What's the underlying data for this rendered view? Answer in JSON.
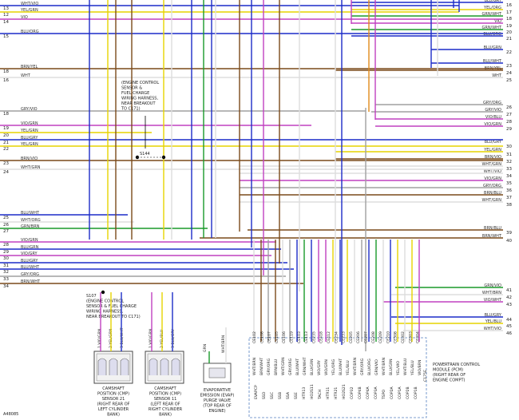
{
  "left_labels": [
    {
      "num": "13",
      "text": "WHT/VIO"
    },
    {
      "num": "12",
      "text": "YEL/GRN"
    },
    {
      "num": "14",
      "text": "VIO"
    },
    {
      "num": "15",
      "text": "BLU/ORG"
    },
    {
      "num": "18",
      "text": "BRN/YEL"
    },
    {
      "num": "16",
      "text": "WHT"
    },
    {
      "num": "18",
      "text": "GRY/VIO"
    },
    {
      "num": "19",
      "text": "VIO/GRN"
    },
    {
      "num": "20",
      "text": "YEL/GRN"
    },
    {
      "num": "21",
      "text": "BLU/GRY"
    },
    {
      "num": "22",
      "text": "YEL/GRN"
    },
    {
      "num": "23",
      "text": "BRN/VIO"
    },
    {
      "num": "24",
      "text": "WHT/GRN"
    },
    {
      "num": "25",
      "text": "BLU/WHT"
    },
    {
      "num": "26",
      "text": "WHT/ORG"
    },
    {
      "num": "27",
      "text": "GRN/BRN"
    },
    {
      "num": "28",
      "text": "VIO/GRN"
    },
    {
      "num": "29",
      "text": "BLU/GRN"
    },
    {
      "num": "30",
      "text": "VIO/GRY"
    },
    {
      "num": "31",
      "text": "BLU/GRY"
    },
    {
      "num": "32",
      "text": "BLU/WHT"
    },
    {
      "num": "33",
      "text": "GRY/ORG"
    },
    {
      "num": "34",
      "text": "BRN/WHT"
    }
  ],
  "right_labels": [
    {
      "num": "16",
      "text": "BLU/GRY"
    },
    {
      "num": "17",
      "text": "YEL/ORG"
    },
    {
      "num": "18",
      "text": "GRN/WHT"
    },
    {
      "num": "19",
      "text": "VIO"
    },
    {
      "num": "20",
      "text": "GRN/WHT"
    },
    {
      "num": "21",
      "text": "BLU/ORG"
    },
    {
      "num": "22",
      "text": "BLU/GRN"
    },
    {
      "num": "23",
      "text": "BLU/WHT"
    },
    {
      "num": "24",
      "text": "BRN/YEL"
    },
    {
      "num": "25",
      "text": "WHT"
    },
    {
      "num": "26",
      "text": "GRY/ORG"
    },
    {
      "num": "27",
      "text": "GRY/VIO"
    },
    {
      "num": "28",
      "text": "VIO/BLU"
    },
    {
      "num": "29",
      "text": "VIO/GRN"
    },
    {
      "num": "30",
      "text": "BLU/GRY"
    },
    {
      "num": "31",
      "text": "YEL/GRN"
    },
    {
      "num": "32",
      "text": "BRN/VIO"
    },
    {
      "num": "33",
      "text": "WHT/GRN"
    },
    {
      "num": "34",
      "text": "WHT/VIO"
    },
    {
      "num": "35",
      "text": "VIO/GRN"
    },
    {
      "num": "36",
      "text": "GRY/ORG"
    },
    {
      "num": "37",
      "text": "BRN/BLU"
    },
    {
      "num": "38",
      "text": "WHT/GRN"
    },
    {
      "num": "39",
      "text": "BRN/BLU"
    },
    {
      "num": "40",
      "text": "BRN/WHT"
    },
    {
      "num": "41",
      "text": "GRN/VIO"
    },
    {
      "num": "42",
      "text": "WHT/BRN"
    },
    {
      "num": "43",
      "text": "VIO/WHT"
    },
    {
      "num": "44",
      "text": "BLU/GRY"
    },
    {
      "num": "45",
      "text": "YEL/BLU"
    },
    {
      "num": "46",
      "text": "WHT/VIO"
    }
  ],
  "notes": {
    "c144": [
      "(ENGINE CONTROL",
      "SENSOR &",
      "FUEL CHARGE",
      "WIRING HARNESS,",
      "NEAR BREAKOUT",
      "TO C171)"
    ],
    "c144_label": "S144",
    "c107": [
      "S107",
      "(ENGINE CONTROL",
      "SENSOR & FUEL CHARGE",
      "WIRING HARNESS,",
      "NEAR BREAKOUT TO C171)"
    ]
  },
  "components": {
    "cmp21": [
      "CAMSHAFT",
      "POSITION (CMP)",
      "SENSOR 21",
      "(RIGHT REAR OF",
      "LEFT CYLINDER",
      "BANK)"
    ],
    "cmp11": [
      "CAMSHAFT",
      "POSITION (CMP)",
      "SENSOR 11",
      "(LEFT REAR OF",
      "RIGHT CYLINDER",
      "BANK)"
    ],
    "evap": [
      "EVAPORATIVE",
      "EMISSION (EVAP)",
      "PURGE VALVE",
      "(TOP REAR OF",
      "ENGINE)"
    ],
    "pcm": [
      "POWERTRAIN CONTROL",
      "MODULE (PCM)",
      "(RIGHT REAR OF",
      "ENGINE COMPT)"
    ]
  },
  "connector_pins": {
    "cmp21": [
      "1 VIO/GRN",
      "2 YEL/GRN",
      "3 BLU/WHT"
    ],
    "cmp11": [
      "1 VIO/GRN",
      "2 YEL/BLU",
      "3 BLU/GRY"
    ],
    "evap_a": "GRN",
    "evap_b": "WHT/BRN",
    "pcm_wires": [
      "WHT/BRN",
      "BRN/WHT",
      "GRY/ORG",
      "BRN/BLU",
      "WHT/GRN",
      "GRY/ORG",
      "BLU/WHT",
      "GRN/WHT",
      "BLU/GRN",
      "VIO/GRY",
      "VIO/GRN",
      "YEL/ORG",
      "BLU/WHT",
      "YEL/BLU",
      "WHT/BRN",
      "GRY/ORG",
      "BLU/ORG",
      "GRN/VIO",
      "WHT/BRN",
      "BLU/GRN",
      "YEL/VIO",
      "WHT/BLU",
      "YEL/BLU",
      "VIO/BRN"
    ],
    "pcm_ce": [
      "CE102",
      "CE108",
      "CE107",
      "CE105",
      "CE106",
      "CE119",
      "CE103",
      "CE113",
      "CE235",
      "CE418",
      "CE412",
      "CE234",
      "CE233",
      "CE205",
      "CE206",
      "CE207",
      "CE208",
      "CE209",
      "CE210",
      "CE308",
      "CE302",
      "CE303",
      "CE304"
    ],
    "pcm_funcs": [
      "EVAPCP",
      "SSD",
      "SSC",
      "SSB",
      "SSA",
      "SSE",
      "HTR13",
      "HO2S11",
      "TACH",
      "HTR11",
      "HTR21",
      "HO2S21",
      "COP32",
      "COP4B",
      "COP4A",
      "COP3A",
      "TSPO",
      "COP2A",
      "COP1A",
      "COP2B",
      "COP1B"
    ],
    "pcm_conn": "C175E"
  },
  "footer_code": "A48085"
}
